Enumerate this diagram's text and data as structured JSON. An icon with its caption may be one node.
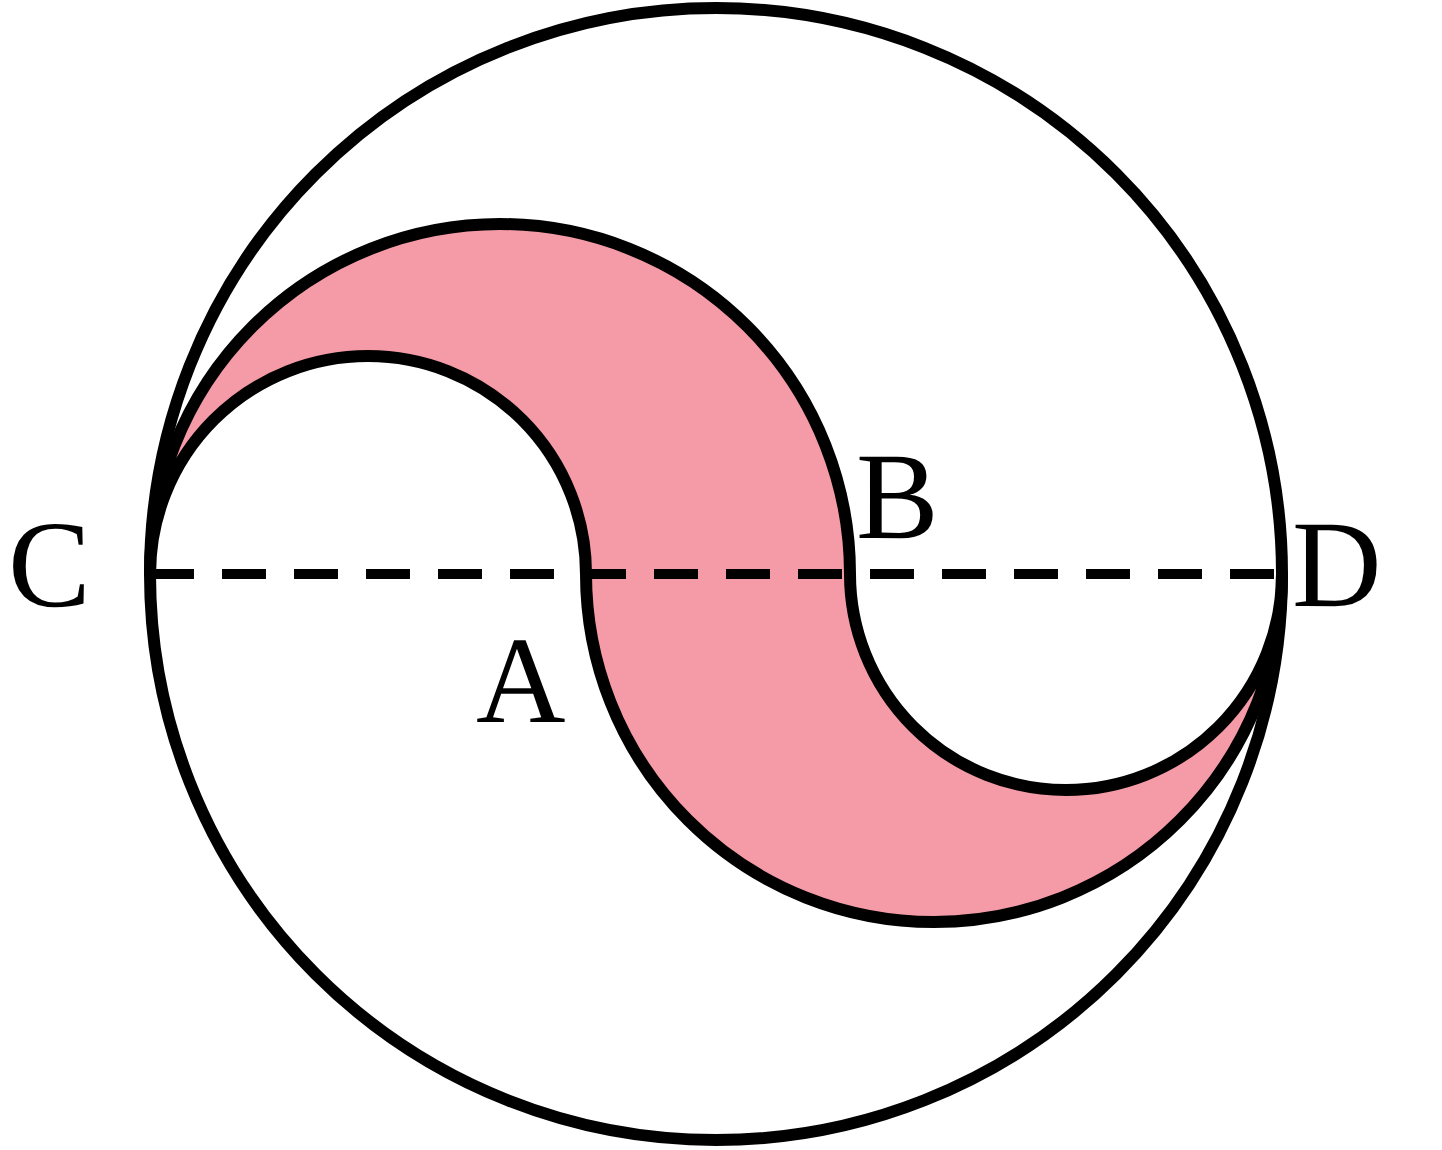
{
  "diagram": {
    "labels": [
      "B",
      "C",
      "D",
      "A"
    ]
  }
}
